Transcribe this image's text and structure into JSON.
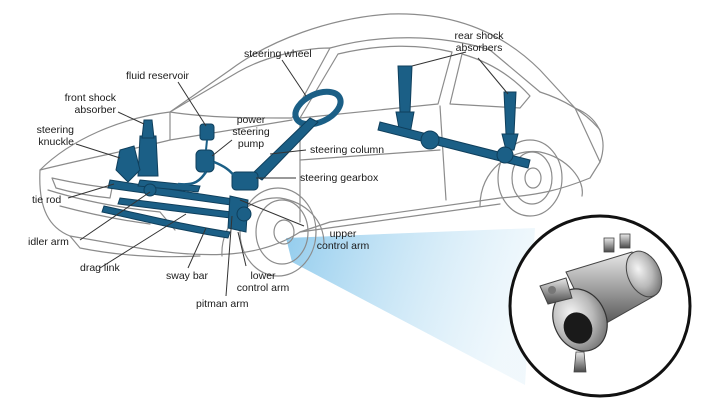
{
  "colors": {
    "accent": "#1b5f86",
    "accent_dark": "#0f3f5c",
    "outline": "#8c8c8c",
    "leader": "#333333",
    "highlight": "#bfe0f2"
  },
  "labels": {
    "steering_wheel": "steering wheel",
    "fluid_reservoir": "fluid reservoir",
    "rear_shock_1": "rear shock",
    "rear_shock_2": "absorbers",
    "front_shock_1": "front shock",
    "front_shock_2": "absorber",
    "power_steering_1": "power",
    "power_steering_2": "steering",
    "power_steering_3": "pump",
    "steering_knuckle_1": "steering",
    "steering_knuckle_2": "knuckle",
    "steering_column": "steering column",
    "steering_gearbox": "steering gearbox",
    "tie_rod": "tie rod",
    "idler_arm": "idler arm",
    "upper_control_1": "upper",
    "upper_control_2": "control arm",
    "drag_link": "drag link",
    "sway_bar": "sway bar",
    "lower_control_1": "lower",
    "lower_control_2": "control arm",
    "pitman_arm": "pitman arm"
  }
}
